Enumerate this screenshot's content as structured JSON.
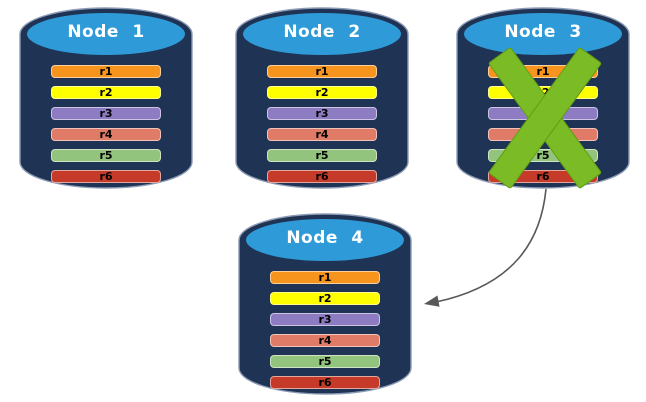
{
  "diagram_title": "",
  "colors": {
    "background": "#FFFFFF",
    "node-top": "#2E9BD8",
    "node-body": "#1F3355",
    "node-rim": "#8C9BB5",
    "title-text": "#FFFFFF",
    "row-text": "#000000",
    "row-r1": "#F7941E",
    "row-r2": "#FFFF00",
    "row-r3": "#8D7CC2",
    "row-r4": "#DF7B66",
    "row-r5": "#93C47D",
    "row-r6": "#C53A28",
    "x-mark": "#7ABB26",
    "x-mark-edge": "#639C12",
    "arrow": "#595959"
  },
  "nodes": [
    {
      "id": "node-1",
      "label": "Node 1",
      "failed": false,
      "rows": [
        "r1",
        "r2",
        "r3",
        "r4",
        "r5",
        "r6"
      ]
    },
    {
      "id": "node-2",
      "label": "Node 2",
      "failed": false,
      "rows": [
        "r1",
        "r2",
        "r3",
        "r4",
        "r5",
        "r6"
      ]
    },
    {
      "id": "node-3",
      "label": "Node 3",
      "failed": true,
      "rows": [
        "r1",
        "r2",
        "r3",
        "r4",
        "r5",
        "r6"
      ]
    },
    {
      "id": "node-4",
      "label": "Node 4",
      "failed": false,
      "rows": [
        "r1",
        "r2",
        "r3",
        "r4",
        "r5",
        "r6"
      ]
    }
  ],
  "failure_mark": {
    "node": "Node 3",
    "icon": "x-cross-icon",
    "color": "#7ABB26"
  },
  "arrow": {
    "from": "Node 3",
    "to": "Node 4",
    "style": "curved",
    "color": "#595959"
  }
}
